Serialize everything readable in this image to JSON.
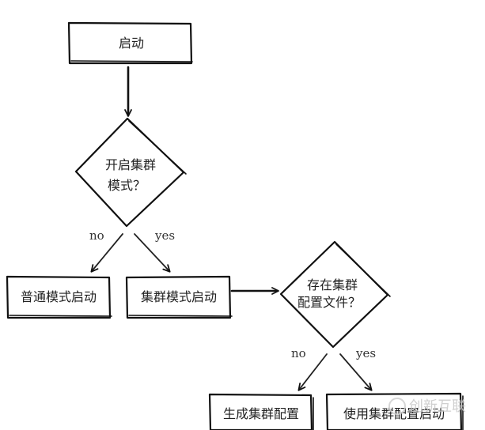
{
  "flowchart": {
    "nodes": {
      "start": "启动",
      "decision_cluster": [
        "开启集群",
        "模式？"
      ],
      "normal_start": "普通模式启动",
      "cluster_start": "集群模式启动",
      "decision_config": [
        "存在集群",
        "配置文件？"
      ],
      "generate_config": "生成集群配置",
      "use_config": "使用集群配置启动"
    },
    "edges": {
      "no_1": "no",
      "yes_1": "yes",
      "no_2": "no",
      "yes_2": "yes"
    },
    "watermark": "创新互联"
  }
}
